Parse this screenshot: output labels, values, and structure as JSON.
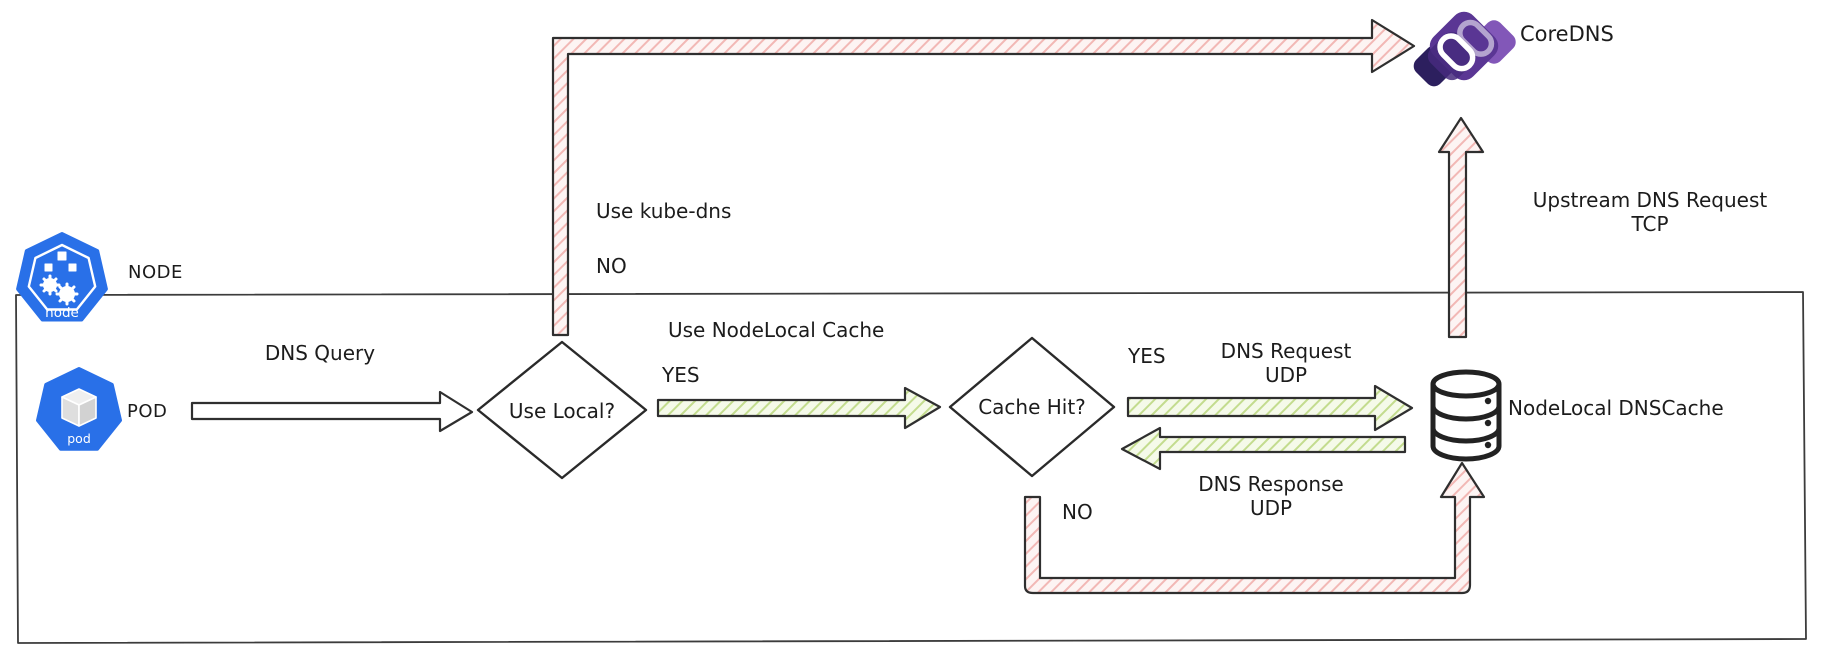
{
  "colors": {
    "kubernetes_blue": "#2970e8",
    "outline": "#2f2f2f",
    "pink_arrow_fill": "#fdf4f3",
    "pink_arrow_hatch": "#f2b8b5",
    "green_arrow_fill": "#f5fae9",
    "green_arrow_hatch": "#c3dc8e",
    "coredns_purple_dark": "#2c1f5e",
    "coredns_purple": "#5a3694",
    "coredns_purple_light": "#8257b8"
  },
  "nodes": {
    "coredns": {
      "label": "CoreDNS"
    },
    "node_boundary": {
      "label": "NODE",
      "badge": "node"
    },
    "pod": {
      "label": "POD",
      "badge": "pod"
    },
    "use_local": {
      "label": "Use Local?"
    },
    "cache_hit": {
      "label": "Cache Hit?"
    },
    "nodelocal_dnscache": {
      "label": "NodeLocal DNSCache"
    }
  },
  "edges": {
    "dns_query": {
      "label": "DNS Query",
      "from": "POD",
      "to": "Use Local?"
    },
    "no_use_kube_dns": {
      "decision": "NO",
      "label": "Use kube-dns",
      "from": "Use Local?",
      "to": "CoreDNS"
    },
    "yes_use_nodelocal": {
      "decision": "YES",
      "label": "Use NodeLocal Cache",
      "from": "Use Local?",
      "to": "Cache Hit?"
    },
    "yes_dns_request": {
      "decision": "YES",
      "label": "DNS Request",
      "protocol": "UDP",
      "from": "Cache Hit?",
      "to": "NodeLocal DNSCache"
    },
    "dns_response": {
      "label": "DNS Response",
      "protocol": "UDP",
      "from": "NodeLocal DNSCache",
      "to": "Cache Hit?"
    },
    "no_cache_miss": {
      "decision": "NO",
      "from": "Cache Hit?",
      "to": "NodeLocal DNSCache"
    },
    "upstream_dns_request": {
      "label": "Upstream DNS Request",
      "protocol": "TCP",
      "from": "NodeLocal DNSCache",
      "to": "CoreDNS"
    }
  }
}
